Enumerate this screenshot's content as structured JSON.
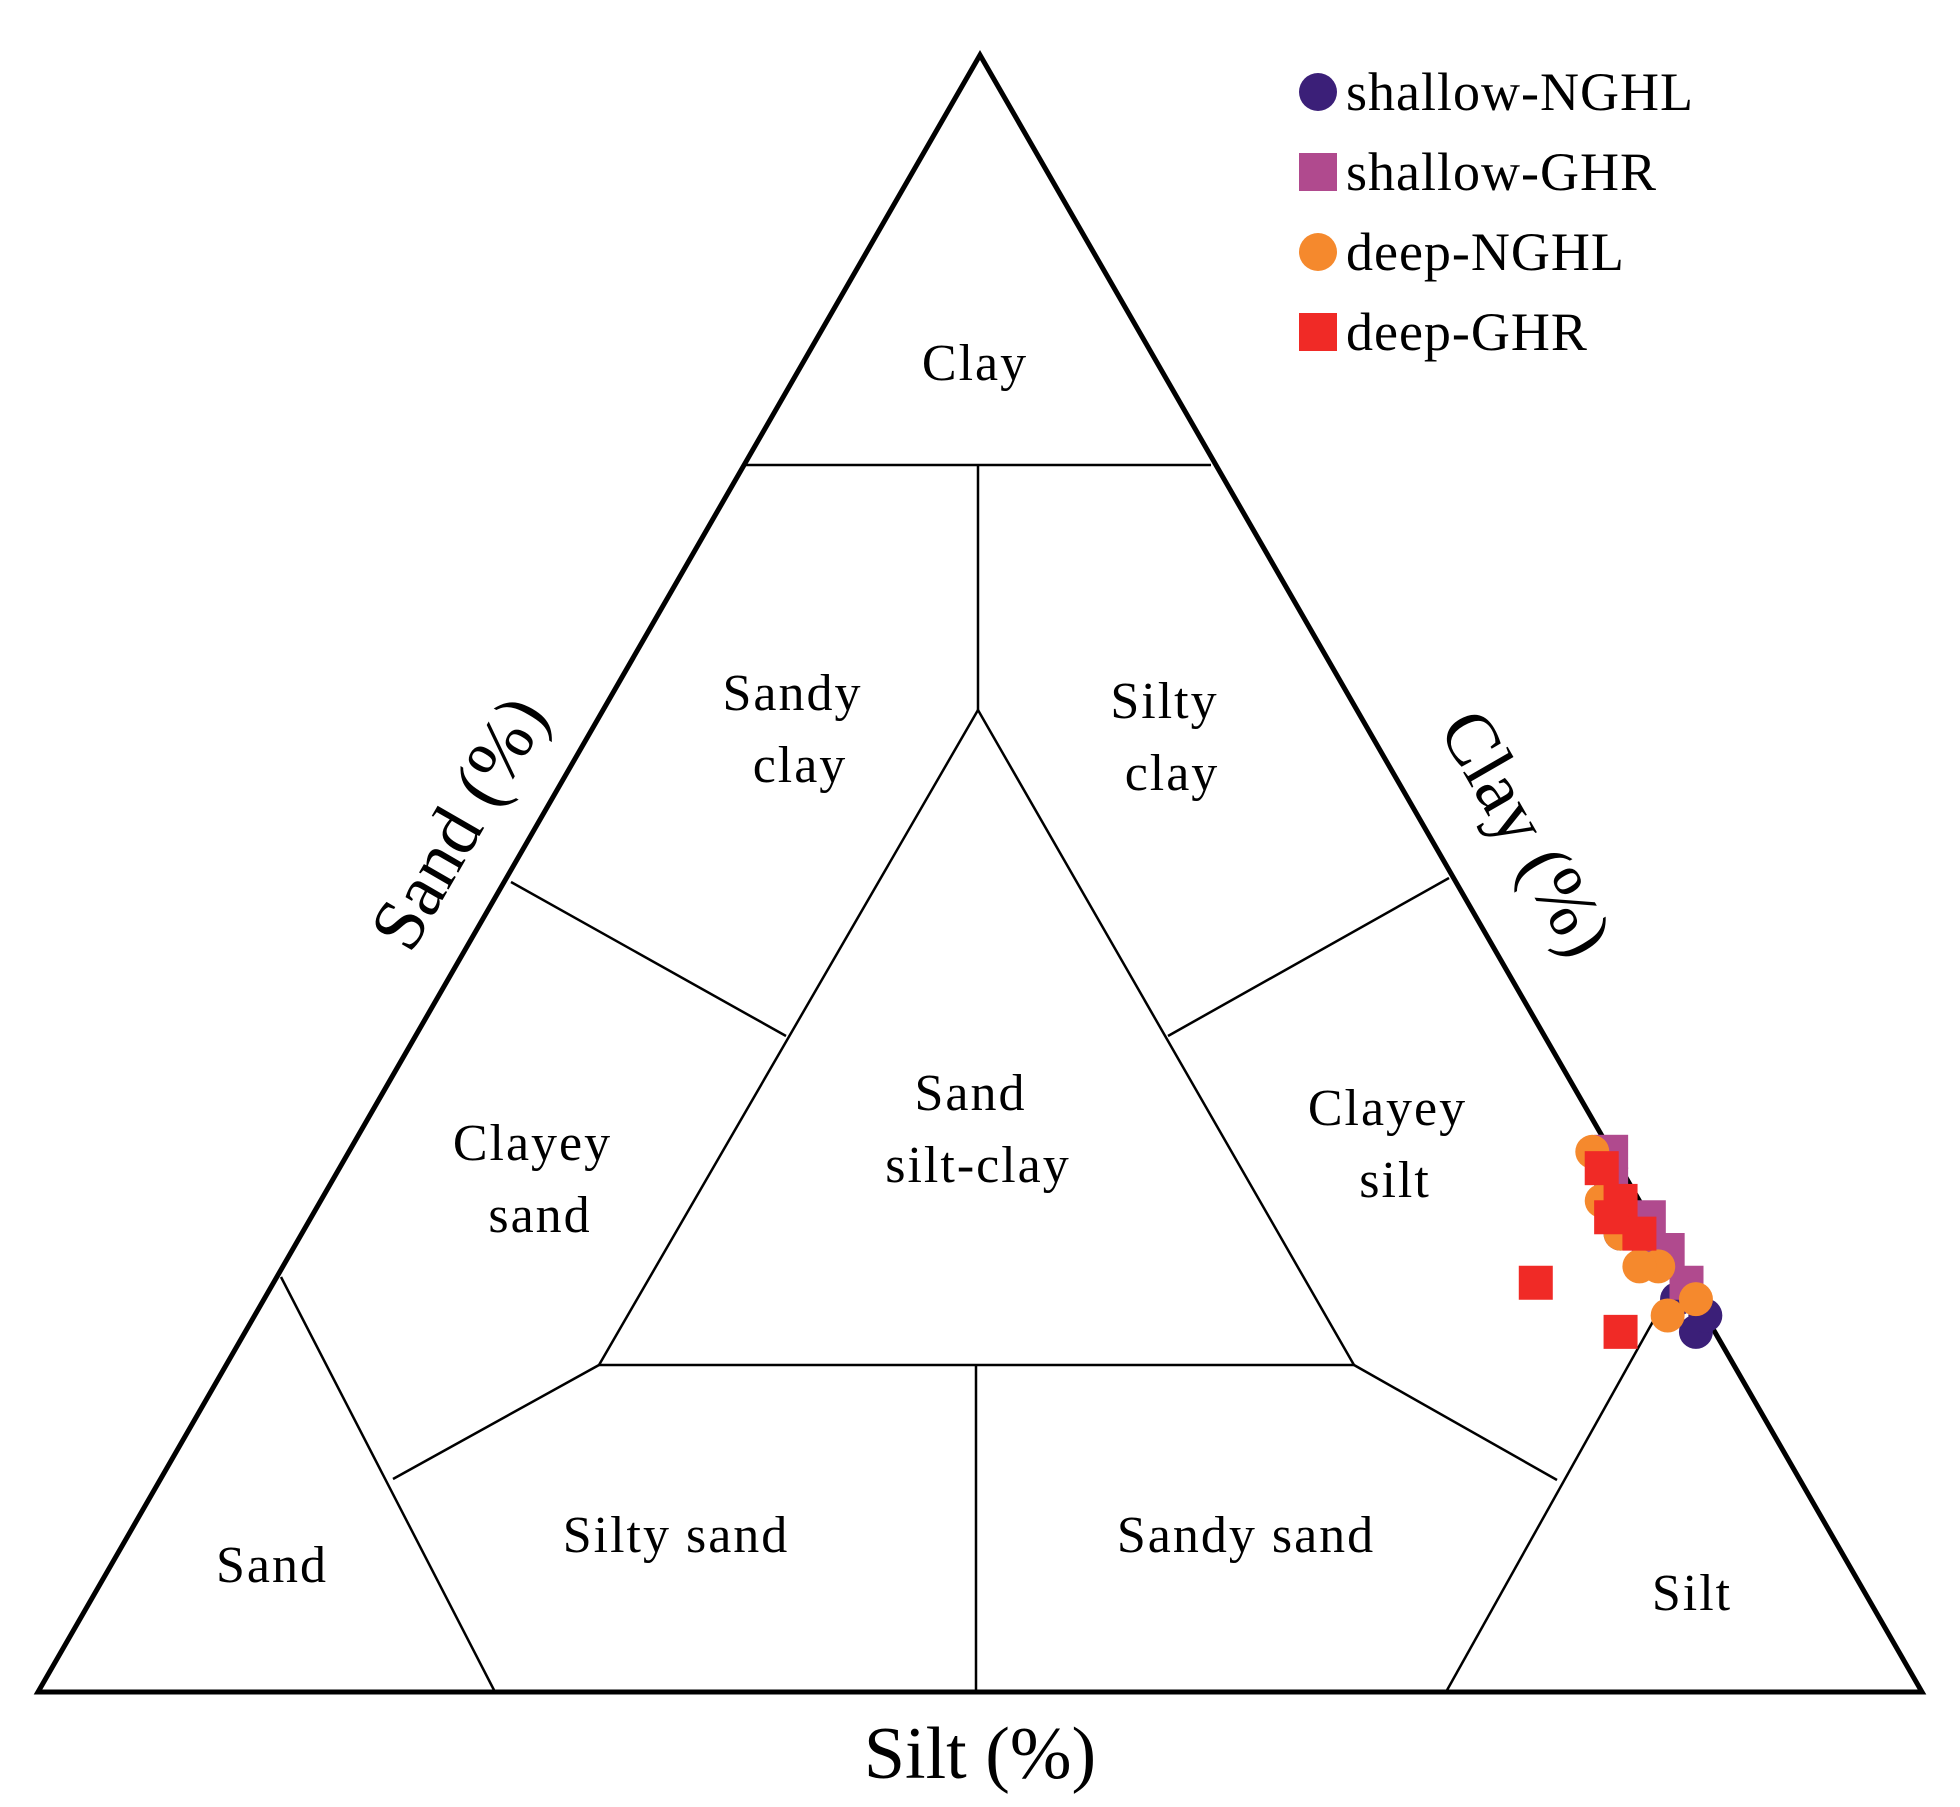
{
  "chart_data": {
    "type": "scatter",
    "subtype": "ternary",
    "axes": {
      "left": "Sand (%)",
      "right": "Clay (%)",
      "bottom": "Silt (%)"
    },
    "regions": [
      {
        "id": "clay",
        "label": [
          "Clay"
        ]
      },
      {
        "id": "sandy-clay",
        "label": [
          "Sandy",
          "clay"
        ]
      },
      {
        "id": "silty-clay",
        "label": [
          "Silty",
          "clay"
        ]
      },
      {
        "id": "clayey-sand",
        "label": [
          "Clayey",
          "sand"
        ]
      },
      {
        "id": "sand-silt-clay",
        "label": [
          "Sand",
          "silt-clay"
        ]
      },
      {
        "id": "clayey-silt",
        "label": [
          "Clayey",
          "silt"
        ]
      },
      {
        "id": "sand",
        "label": [
          "Sand"
        ]
      },
      {
        "id": "silty-sand",
        "label": [
          "Silty sand"
        ]
      },
      {
        "id": "sandy-sand",
        "label": [
          "Sandy sand"
        ]
      },
      {
        "id": "silt",
        "label": [
          "Silt"
        ]
      }
    ],
    "legend_position": "top-right",
    "series": [
      {
        "name": "shallow-NGHL",
        "marker": "circle",
        "color": "#3b1f78",
        "points": [
          {
            "sand": 2,
            "silt": 70,
            "clay": 28
          },
          {
            "sand": 1,
            "silt": 75,
            "clay": 24
          },
          {
            "sand": 1,
            "silt": 77,
            "clay": 22
          },
          {
            "sand": 0,
            "silt": 77,
            "clay": 23
          }
        ]
      },
      {
        "name": "shallow-GHR",
        "marker": "square",
        "color": "#b04a8e",
        "points": [
          {
            "sand": 0,
            "silt": 67,
            "clay": 33
          },
          {
            "sand": 1,
            "silt": 68,
            "clay": 31
          },
          {
            "sand": 0,
            "silt": 71,
            "clay": 29
          },
          {
            "sand": 1,
            "silt": 72,
            "clay": 27
          },
          {
            "sand": 0,
            "silt": 73,
            "clay": 27
          },
          {
            "sand": 0,
            "silt": 75,
            "clay": 25
          }
        ]
      },
      {
        "name": "deep-NGHL",
        "marker": "circle",
        "color": "#f5892d",
        "points": [
          {
            "sand": 1,
            "silt": 66,
            "clay": 33
          },
          {
            "sand": 2,
            "silt": 68,
            "clay": 30
          },
          {
            "sand": 2,
            "silt": 70,
            "clay": 28
          },
          {
            "sand": 1,
            "silt": 73,
            "clay": 26
          },
          {
            "sand": 2,
            "silt": 72,
            "clay": 26
          },
          {
            "sand": 2,
            "silt": 75,
            "clay": 23
          },
          {
            "sand": 0,
            "silt": 76,
            "clay": 24
          }
        ]
      },
      {
        "name": "deep-GHR",
        "marker": "square",
        "color": "#f02a26",
        "points": [
          {
            "sand": 1,
            "silt": 67,
            "clay": 32
          },
          {
            "sand": 1,
            "silt": 69,
            "clay": 30
          },
          {
            "sand": 2,
            "silt": 69,
            "clay": 29
          },
          {
            "sand": 1,
            "silt": 71,
            "clay": 28
          },
          {
            "sand": 8,
            "silt": 67,
            "clay": 25
          },
          {
            "sand": 5,
            "silt": 73,
            "clay": 22
          }
        ]
      }
    ]
  }
}
